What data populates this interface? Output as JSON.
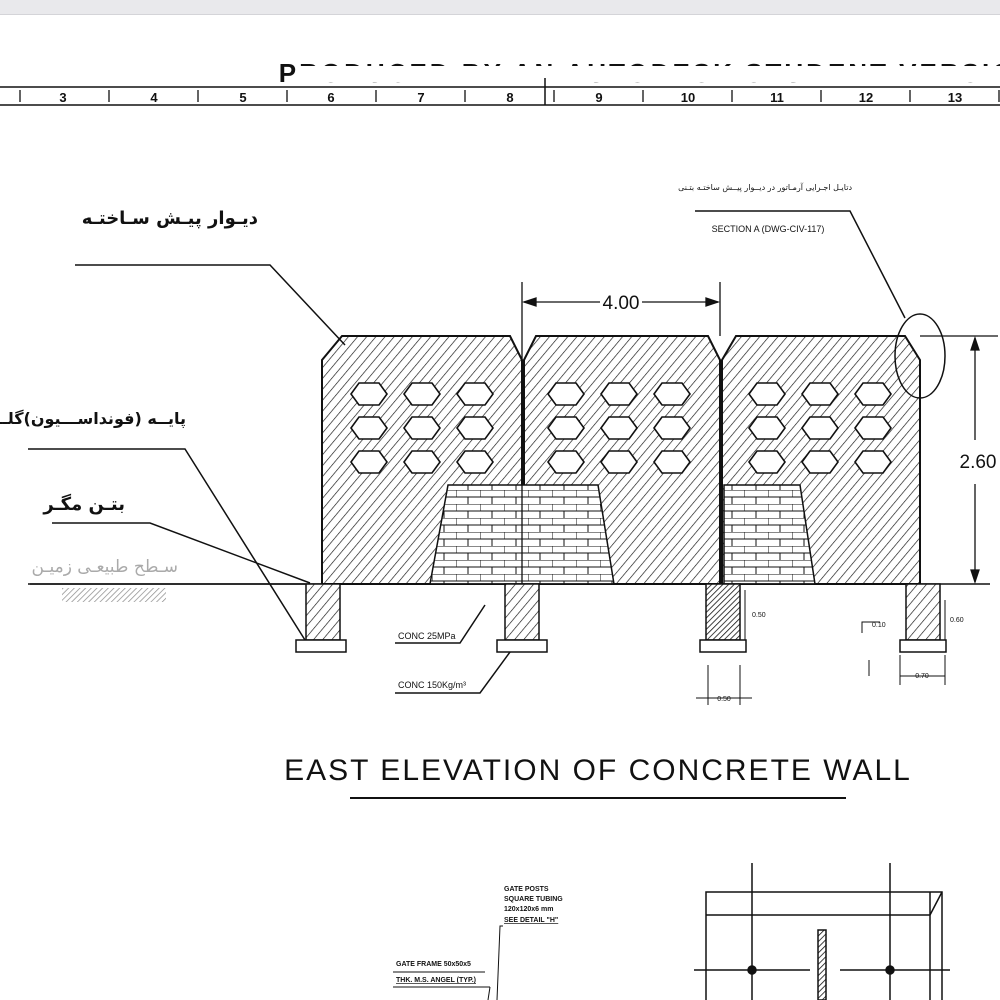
{
  "banner": {
    "text": "PRODUCED BY AN AUTODESK STUDENT VERSION"
  },
  "ruler": {
    "numbers": [
      "3",
      "4",
      "5",
      "6",
      "7",
      "8",
      "9",
      "10",
      "11",
      "12",
      "13"
    ]
  },
  "labels": {
    "prefab_wall": "دیـوار پیـش سـاختـه",
    "pedestal": "پایــه (فونداســـیون)گلـــدان",
    "lean_concrete": "بتـن مگـر",
    "natural_ground": "سـطح طبیعـی زمیـن",
    "detail_note": "دتایـل اجـرایی آرمـاتور در دیــوار پیــش ساختـه بتـنی",
    "section_ref": "SECTION A (DWG-CIV-117)",
    "conc1": "CONC 25MPa",
    "conc2": "CONC 150Kg/m³"
  },
  "dimensions": {
    "span": "4.00",
    "height": "2.60",
    "d050a": "0.50",
    "d010": "0.10",
    "d060": "0.60",
    "d070": "0.70",
    "d050b": "0.50"
  },
  "title": "EAST ELEVATION OF CONCRETE WALL",
  "gate": {
    "posts_lines": [
      "GATE POSTS",
      "SQUARE TUBING",
      "120x120x6 mm",
      "SEE DETAIL \"H\""
    ],
    "frame_lines": [
      "GATE FRAME 50x50x5",
      "THK. M.S. ANGEL (TYP.)"
    ]
  },
  "colors": {
    "ink": "#111111",
    "ground_hatch": "#888888",
    "topbar": "#e9e9ec"
  }
}
